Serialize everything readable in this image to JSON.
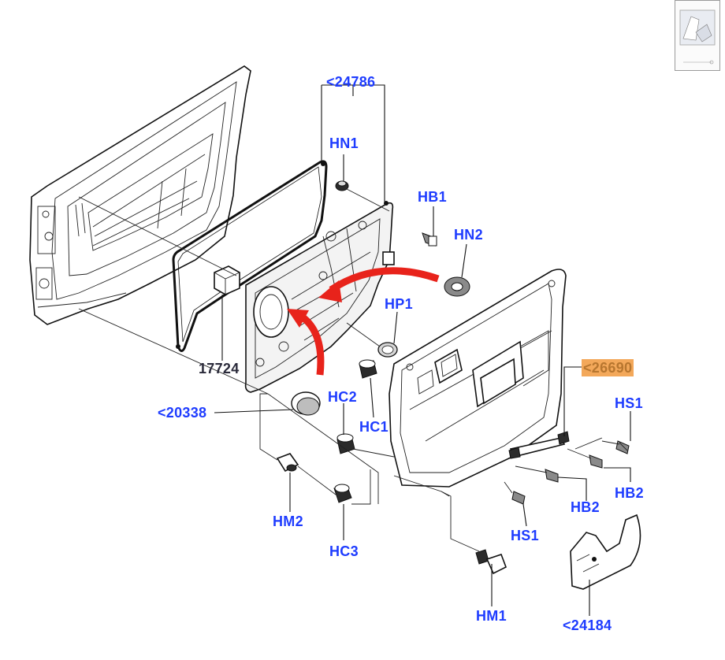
{
  "diagram": {
    "callouts": {
      "p24786": "<24786",
      "hn1": "HN1",
      "hb1": "HB1",
      "hn2": "HN2",
      "hp1": "HP1",
      "p17724": "17724",
      "p26690": "<26690",
      "p20338": "<20338",
      "hc2": "HC2",
      "hc1": "HC1",
      "hs1_top": "HS1",
      "hm2": "HM2",
      "hb2_right": "HB2",
      "hb2_mid": "HB2",
      "hs1_bottom": "HS1",
      "hc3": "HC3",
      "hm1": "HM1",
      "p24184": "<24184"
    },
    "colors": {
      "callout_text": "#1e3cff",
      "highlight_bg": "#f3a85a",
      "arrow": "#e8231b"
    },
    "thumbnail_icon": "diagram-thumbnail"
  }
}
